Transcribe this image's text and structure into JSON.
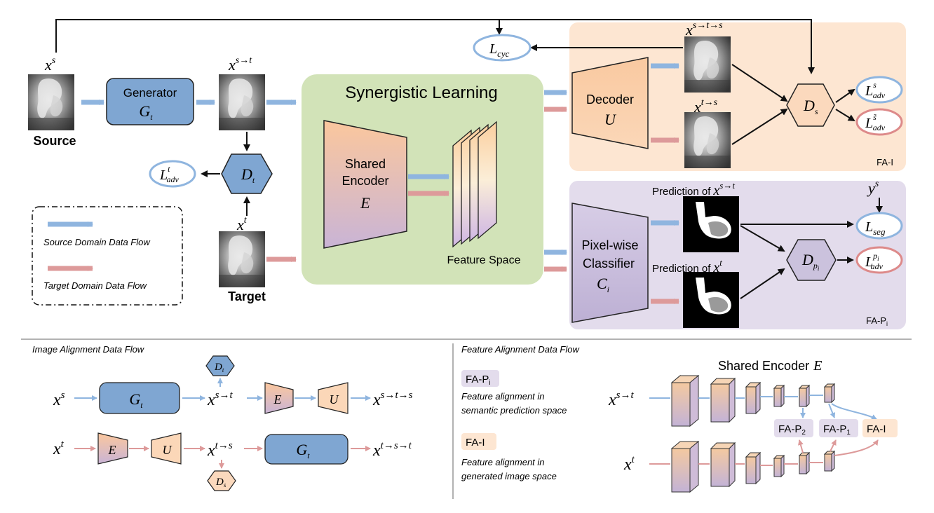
{
  "colors": {
    "source_flow": "#8fb5df",
    "target_flow": "#dd9a9a",
    "generator_fill": "#7fa6d2",
    "synergistic_fill": "#d2e3b8",
    "fa_i_fill": "#fde6d2",
    "fa_p_fill": "#e3dcec",
    "loss_source_stroke": "#8fb5df",
    "loss_target_stroke": "#dd8a8a",
    "disc_purple": "#cbc2dd",
    "disc_peach": "#fbd9bd"
  },
  "top": {
    "source": {
      "label": "Source",
      "var_base": "x",
      "var_sup": "s"
    },
    "target": {
      "label": "Target",
      "var_base": "x",
      "var_sup": "t"
    },
    "generator": {
      "title": "Generator",
      "symbol_base": "G",
      "symbol_sub": "t"
    },
    "xst": {
      "base": "x",
      "sup": "s→t"
    },
    "dt": {
      "base": "D",
      "sub": "t"
    },
    "ladv_t": {
      "base": "L",
      "sup": "t",
      "sub": "adv"
    },
    "lcyc": {
      "base": "L",
      "sub": "cyc"
    },
    "legend": {
      "source_flow": "Source Domain Data Flow",
      "target_flow": "Target Domain Data Flow"
    },
    "synergistic": {
      "title": "Synergistic Learning",
      "encoder_line1": "Shared",
      "encoder_line2": "Encoder",
      "encoder_symbol": "E",
      "feature_space": "Feature Space"
    },
    "fa_i": {
      "tag": "FA-I",
      "decoder": "Decoder",
      "decoder_symbol": "U",
      "xsts": {
        "base": "x",
        "sup": "s→t→s"
      },
      "xts": {
        "base": "x",
        "sup": "t→s"
      },
      "ds": {
        "base": "D",
        "sub": "s"
      },
      "ladv_s": {
        "base": "L",
        "sup": "s",
        "sub": "adv"
      },
      "ladv_stilde": {
        "base": "L",
        "sup": "s̃",
        "sub": "adv"
      }
    },
    "fa_p": {
      "tag_base": "FA-P",
      "tag_sub": "i",
      "classifier_line1": "Pixel-wise",
      "classifier_line2": "Classifier",
      "classifier_symbol_base": "C",
      "classifier_symbol_sub": "i",
      "pred_src_prefix": "Prediction of",
      "pred_src_var": {
        "base": "x",
        "sup": "s→t"
      },
      "pred_tgt_prefix": "Prediction of",
      "pred_tgt_var": {
        "base": "x",
        "sup": "t"
      },
      "dp": {
        "base": "D",
        "sub": "p",
        "subsub": "i"
      },
      "ys": {
        "base": "y",
        "sup": "s"
      },
      "lseg": {
        "base": "L",
        "sub": "seg"
      },
      "ladv_p": {
        "base": "L",
        "sup": "p",
        "supsub": "i",
        "sub": "adv"
      }
    }
  },
  "bottom_left": {
    "title": "Image Alignment Data Flow",
    "row1": {
      "start": {
        "base": "x",
        "sup": "s"
      },
      "g": {
        "base": "G",
        "sub": "t"
      },
      "mid": {
        "base": "x",
        "sup": "s→t"
      },
      "d": {
        "base": "D",
        "sub": "t"
      },
      "e": "E",
      "u": "U",
      "end": {
        "base": "x",
        "sup": "s→t→s"
      }
    },
    "row2": {
      "start": {
        "base": "x",
        "sup": "t"
      },
      "e": "E",
      "u": "U",
      "mid": {
        "base": "x",
        "sup": "t→s"
      },
      "d": {
        "base": "D",
        "sub": "s"
      },
      "g": {
        "base": "G",
        "sub": "t"
      },
      "end": {
        "base": "x",
        "sup": "t→s→t"
      }
    }
  },
  "bottom_right": {
    "title": "Feature Alignment Data Flow",
    "fa_p_tag_base": "FA-P",
    "fa_p_tag_sub": "i",
    "fa_p_desc1": "Feature alignment in",
    "fa_p_desc2": "semantic prediction space",
    "fa_i_tag": "FA-I",
    "fa_i_desc1": "Feature alignment in",
    "fa_i_desc2": "generated image space",
    "encoder_title": "Shared Encoder",
    "encoder_symbol": "E",
    "src_var": {
      "base": "x",
      "sup": "s→t"
    },
    "tgt_var": {
      "base": "x",
      "sup": "t"
    },
    "fa_p2": {
      "base": "FA-P",
      "sub": "2"
    },
    "fa_p1": {
      "base": "FA-P",
      "sub": "1"
    },
    "fa_i": "FA-I"
  }
}
